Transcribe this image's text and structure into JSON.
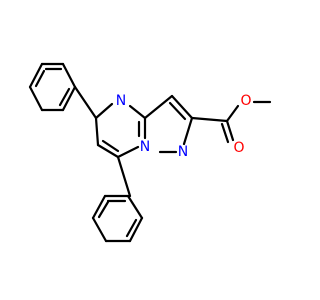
{
  "molecule": {
    "atoms": {
      "n4": {
        "label": "N",
        "color": "#0000ff"
      },
      "n1": {
        "label": "N",
        "color": "#0000ff"
      },
      "n2": {
        "label": "N",
        "color": "#0000ff"
      },
      "o_carbonyl": {
        "label": "O",
        "color": "#ff0000"
      },
      "o_ether": {
        "label": "O",
        "color": "#ff0000"
      }
    },
    "bond_color": "#000000"
  }
}
